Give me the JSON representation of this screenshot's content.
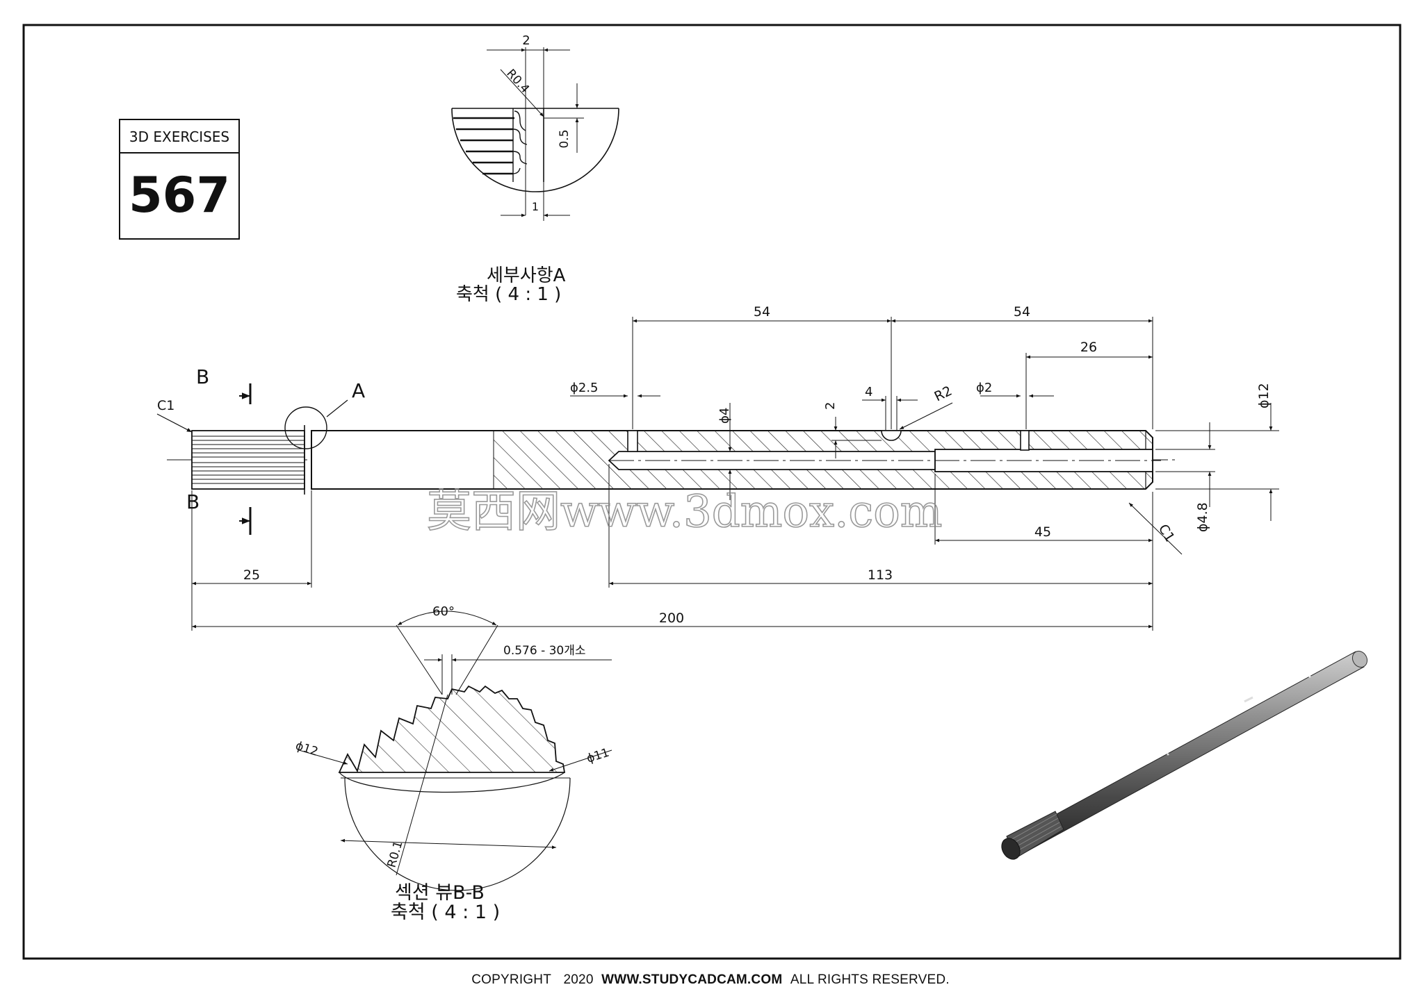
{
  "badge": {
    "title": "3D EXERCISES",
    "number": "567"
  },
  "detail_a": {
    "name": "세부사항A",
    "scale": "축척 ( 4 : 1 )",
    "dim_top": "2",
    "dim_radius": "R0.4",
    "dim_side": "0.5",
    "dim_bottom": "1"
  },
  "main_view": {
    "label_b_top": "B",
    "label_b_bottom": "B",
    "label_a": "A",
    "chamfer_left": "C1",
    "chamfer_right": "C1",
    "dim_54_left": "54",
    "dim_54_right": "54",
    "dim_26": "26",
    "dim_phi25": "ϕ2.5",
    "dim_phi4": "ϕ4",
    "dim_2": "2",
    "dim_4": "4",
    "dim_r2": "R2",
    "dim_phi2": "ϕ2",
    "dim_phi12": "ϕ12",
    "dim_phi48": "ϕ4.8",
    "dim_45": "45",
    "dim_25": "25",
    "dim_113": "113",
    "dim_200": "200"
  },
  "section_bb": {
    "name": "섹션 뷰B-B",
    "scale": "축척 ( 4 : 1 )",
    "angle": "60°",
    "spline": "0.576 - 30개소",
    "dim_phi12": "ϕ12",
    "dim_phi11": "ϕ11",
    "dim_r01": "R0.1"
  },
  "watermark": "莫西网www.3dmox.com",
  "footer": {
    "copyright": "COPYRIGHT",
    "year": "2020",
    "site": "WWW.STUDYCADCAM.COM",
    "rights": "ALL RIGHTS RESERVED."
  }
}
